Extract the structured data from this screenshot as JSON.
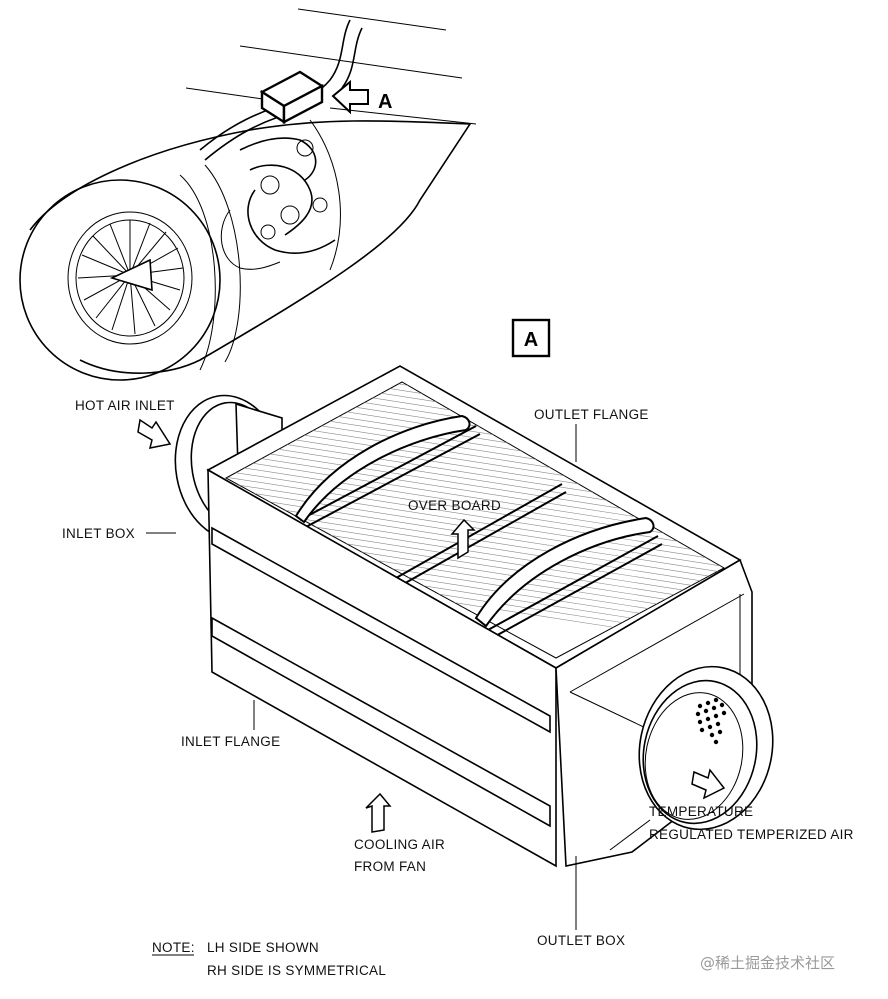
{
  "callout_letter": "A",
  "labels": {
    "hot_air_inlet": "HOT AIR INLET",
    "outlet_flange": "OUTLET FLANGE",
    "over_board": "OVER BOARD",
    "inlet_box": "INLET BOX",
    "inlet_flange": "INLET FLANGE",
    "temperature_line1": "TEMPERATURE",
    "temperature_line2": "REGULATED TEMPERIZED AIR",
    "cooling_air_line1": "COOLING AIR",
    "cooling_air_line2": "FROM FAN",
    "outlet_box": "OUTLET BOX"
  },
  "note": {
    "prefix": "NOTE:",
    "line1": "LH SIDE SHOWN",
    "line2": "RH SIDE IS SYMMETRICAL"
  },
  "watermark": "@稀土掘金技术社区"
}
